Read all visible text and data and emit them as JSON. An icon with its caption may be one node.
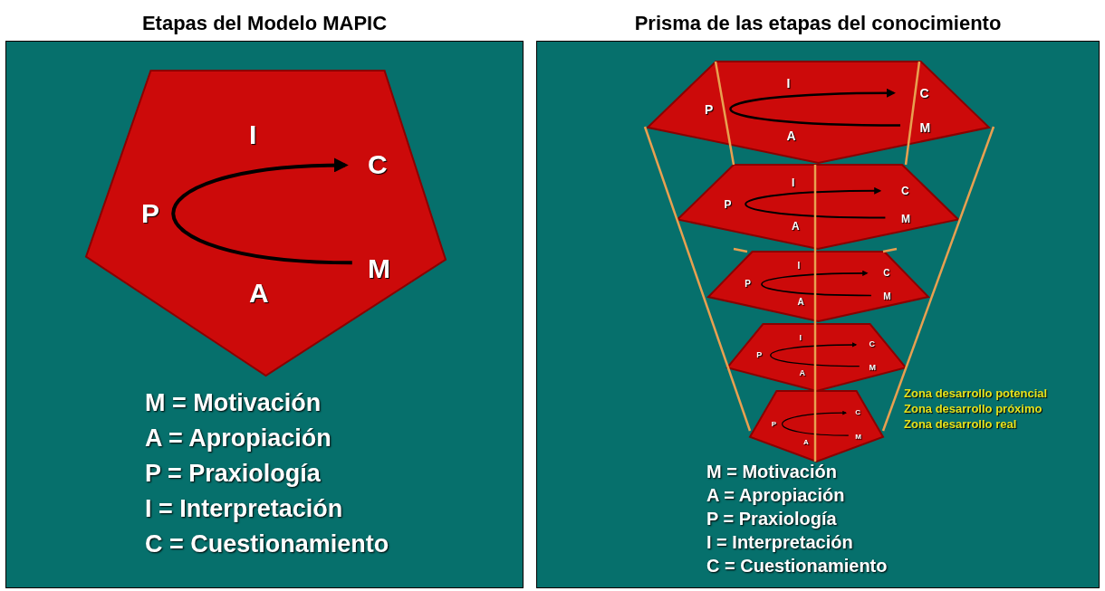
{
  "diagram": {
    "nodes": [
      {
        "text": [
          "Etapas del Modelo MAPIC"
        ]
      },
      {
        "text": [
          "I",
          "C",
          "P",
          "M",
          "A"
        ],
        "in": 0
      },
      {
        "text": [
          "Prisma de las etapas del conocimiento"
        ]
      },
      {
        "text": [
          "I",
          "C",
          "P",
          "M",
          "A"
        ],
        "in": 2
      },
      {
        "text": [
          "I",
          "C",
          "P",
          "M",
          "A"
        ],
        "in": 2
      },
      {
        "text": [
          "I",
          "C",
          "P",
          "M",
          "A"
        ],
        "in": 2
      },
      {
        "text": [
          "I",
          "C",
          "P",
          "M",
          "A"
        ],
        "in": 2
      },
      {
        "text": [
          "C",
          "P",
          "M",
          "A"
        ],
        "in": 2
      }
    ],
    "edges": [],
    "labels": [
      "M = Motivación",
      "A = Apropiación",
      "P = Praxiología",
      "I = Interpretación",
      "C = Cuestionamiento",
      "Zona desarrollo potencial",
      "Zona desarrollo próximo",
      "Zona desarrollo real",
      "M = Motivación",
      "A = Apropiación",
      "P = Praxiología",
      "I = Interpretación",
      "C = Cuestionamiento"
    ]
  }
}
